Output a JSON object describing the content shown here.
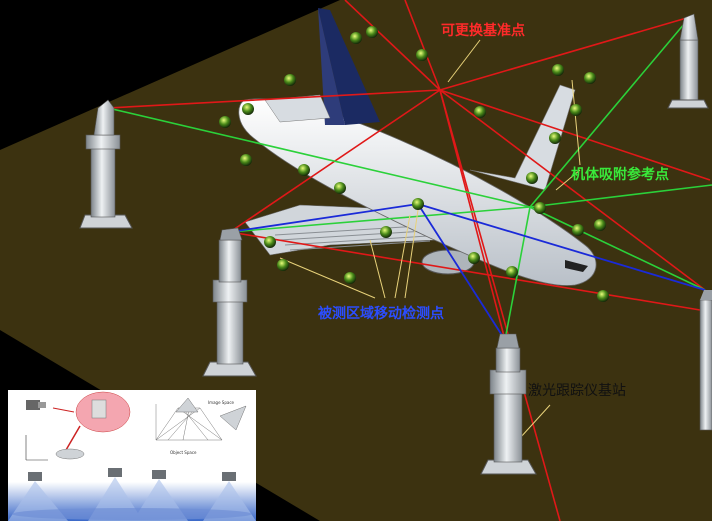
{
  "labels": {
    "replaceable_points": "可更换基准点",
    "attached_points": "机体吸附参考点",
    "measured_points": "被测区域移动检测点",
    "tracker_station": "激光跟踪仪基站"
  },
  "inset": {
    "image_space": "Image Space",
    "object_space": "Object Space"
  },
  "colors": {
    "floor": "#3c3210",
    "red_lines": "#e01818",
    "green_lines": "#2bd13a",
    "blue_lines": "#1a2ad8",
    "leader_lines": "#e8d27a"
  }
}
